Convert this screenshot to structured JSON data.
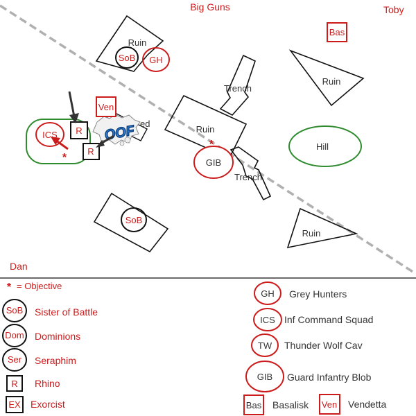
{
  "title": "Big Guns",
  "players": {
    "top_right": "Toby",
    "bottom_left": "Dan"
  },
  "terrain": {
    "ruin_top": "Ruin",
    "ruin_right": "Ruin",
    "trench_top": "Trench",
    "ruin_center": "Ruin",
    "trench_center": "Trench",
    "hill": "Hill",
    "ruin_bottom_right": "Ruin",
    "obscured_label": "ed"
  },
  "units": {
    "sob_top": "SoB",
    "gh": "GH",
    "bas": "Bas",
    "ven": "Ven",
    "ics": "ICS",
    "rhino_1": "R",
    "rhino_2": "R",
    "gib": "GIB",
    "sob_bottom": "SoB"
  },
  "effect": {
    "text": "OOF"
  },
  "objective_marker": "*",
  "legend": {
    "objective": "= Objective",
    "left": [
      {
        "abbr": "SoB",
        "label": "Sister of Battle"
      },
      {
        "abbr": "Dom",
        "label": "Dominions"
      },
      {
        "abbr": "Ser",
        "label": "Seraphim"
      },
      {
        "abbr": "R",
        "label": "Rhino"
      },
      {
        "abbr": "EX",
        "label": "Exorcist"
      }
    ],
    "right": [
      {
        "abbr": "GH",
        "label": "Grey Hunters"
      },
      {
        "abbr": "ICS",
        "label": "Inf Command Squad"
      },
      {
        "abbr": "TW",
        "label": "Thunder Wolf Cav"
      },
      {
        "abbr": "GIB",
        "label": "Guard Infantry Blob"
      }
    ],
    "bottom": [
      {
        "abbr": "Bas",
        "label": "Basalisk"
      },
      {
        "abbr": "Ven",
        "label": "Vendetta"
      }
    ]
  },
  "colors": {
    "red": "#cc1b1b",
    "green": "#2e8b2e",
    "gray_line": "#b0b0b0",
    "black": "#111111",
    "boom_blue": "#2f7fd6"
  }
}
